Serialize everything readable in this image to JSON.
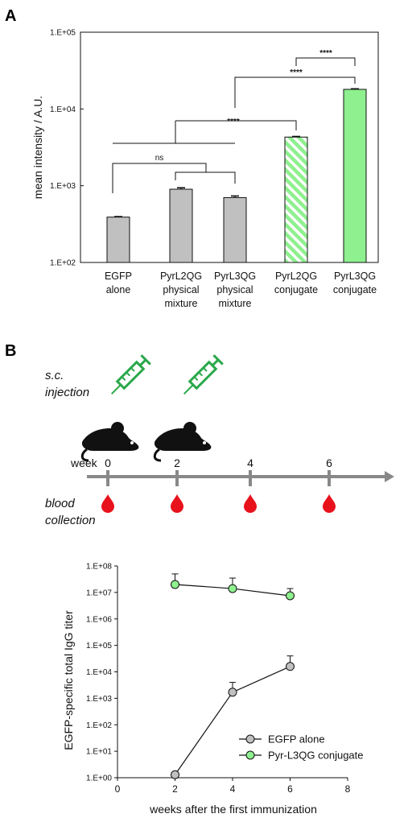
{
  "panels": {
    "a": {
      "letter": "A"
    },
    "b": {
      "letter": "B"
    }
  },
  "scheme": {
    "injection_label": [
      "s.c.",
      "injection"
    ],
    "blood_label": [
      "blood",
      "collection"
    ],
    "week_prefix": "week",
    "weeks": [
      "0",
      "2",
      "4",
      "6"
    ],
    "drop_color": "#e8121c",
    "syringe_color": "#2aa84a",
    "axis_color": "#888888"
  },
  "chart_data": [
    {
      "type": "bar",
      "scale": "log",
      "ylabel": "mean intensity / A.U.",
      "ylim": [
        100,
        100000
      ],
      "yticks": [
        "1.E+02",
        "1.E+03",
        "1.E+04",
        "1.E+05"
      ],
      "categories": [
        [
          "EGFP",
          "alone"
        ],
        [
          "PyrL2QG",
          "physical",
          "mixture"
        ],
        [
          "PyrL3QG",
          "physical",
          "mixture"
        ],
        [
          "PyrL2QG",
          "conjugate"
        ],
        [
          "PyrL3QG",
          "conjugate"
        ]
      ],
      "values": [
        390,
        900,
        700,
        4300,
        18000
      ],
      "errors": [
        6,
        40,
        35,
        80,
        300
      ],
      "colors": [
        "#c0c0c0",
        "#c0c0c0",
        "#c0c0c0",
        "#8ef08e",
        "#8ef08e"
      ],
      "patterns": [
        "solid",
        "solid",
        "solid",
        "hatched",
        "solid"
      ],
      "annotations": [
        {
          "label": "ns"
        },
        {
          "label": "****"
        },
        {
          "label": "****"
        },
        {
          "label": "****"
        }
      ]
    },
    {
      "type": "line",
      "scale": "log",
      "xlabel": "weeks after the first immunization",
      "ylabel": "EGFP-specific total IgG titer",
      "xlim": [
        0,
        8
      ],
      "xticks": [
        "0",
        "2",
        "4",
        "6",
        "8"
      ],
      "ylim": [
        1,
        100000000
      ],
      "yticks": [
        "1.E+00",
        "1.E+01",
        "1.E+02",
        "1.E+03",
        "1.E+04",
        "1.E+05",
        "1.E+06",
        "1.E+07",
        "1.E+08"
      ],
      "legend": "bottom-right",
      "series": [
        {
          "name": "EGFP alone",
          "color": "#c0c0c0",
          "x": [
            2,
            4,
            6
          ],
          "y": [
            1.3,
            1700,
            16000
          ],
          "err_upper": [
            null,
            4000,
            40000
          ]
        },
        {
          "name": "Pyr-L3QG conjugate",
          "color": "#8ef08e",
          "x": [
            2,
            4,
            6
          ],
          "y": [
            20000000,
            14000000,
            7500000
          ],
          "err_upper": [
            50000000,
            35000000,
            14000000
          ]
        }
      ]
    }
  ]
}
